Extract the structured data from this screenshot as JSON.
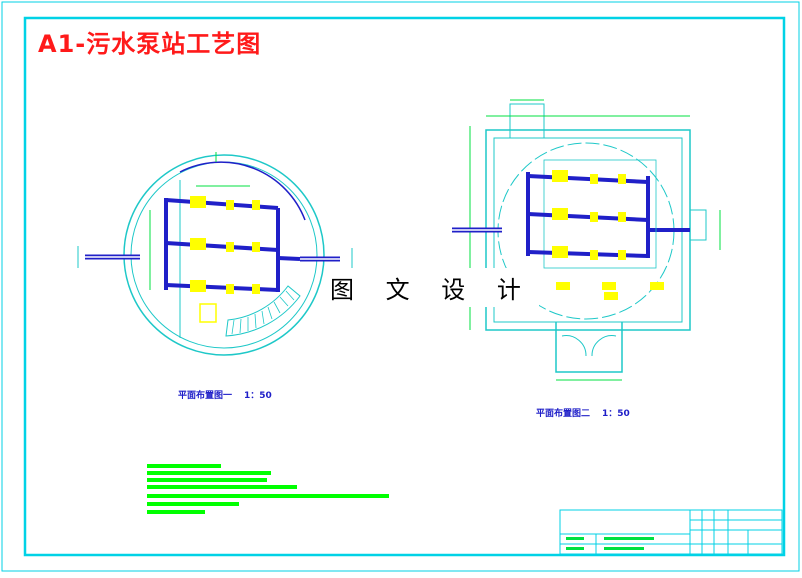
{
  "drawing": {
    "title": "A1-污水泵站工艺图",
    "watermark": "图 文 设 计",
    "plan_one": {
      "caption": "平面布置图一",
      "scale": "1：50"
    },
    "plan_two": {
      "caption": "平面布置图二",
      "scale": "1：50"
    }
  },
  "colors": {
    "frame": "#00d2e6",
    "pipe": "#2020c8",
    "wall": "#1ec8c8",
    "equipment": "#ffff00",
    "notes": "#00ff00",
    "title": "#ff1a1a",
    "detail": "#00e040"
  }
}
